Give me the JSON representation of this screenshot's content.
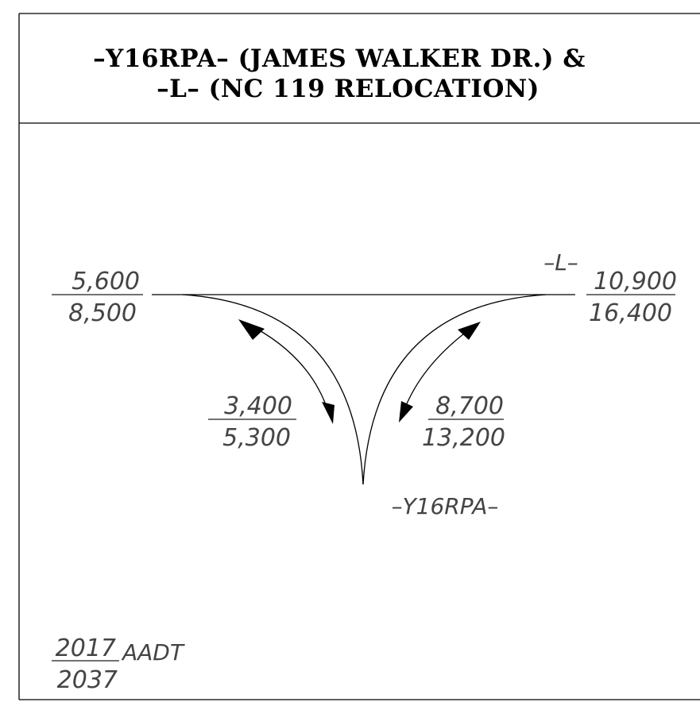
{
  "title": {
    "line1": "–Y16RPA– (JAMES WALKER DR.) &",
    "line2": "–L– (NC 119 RELOCATION)"
  },
  "labels": {
    "mainline": "–L–",
    "side_road": "–Y16RPA–"
  },
  "volumes": {
    "west": {
      "top": "5,600",
      "bottom": "8,500"
    },
    "east": {
      "top": "10,900",
      "bottom": "16,400"
    },
    "left_turn": {
      "top": "3,400",
      "bottom": "5,300"
    },
    "right_turn": {
      "top": "8,700",
      "bottom": "13,200"
    }
  },
  "legend": {
    "top": "2017",
    "bottom": "2037",
    "suffix": "AADT"
  }
}
